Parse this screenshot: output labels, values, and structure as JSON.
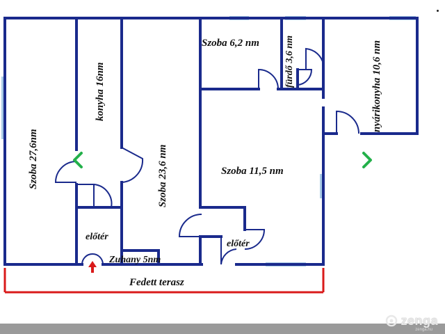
{
  "rooms": {
    "szoba_27_6": "Szoba 27,6nm",
    "konyha": "konyha 16nm",
    "szoba_23_6": "Szoba 23,6 nm",
    "szoba_6_2": "Szoba 6,2 nm",
    "furdo": "fürdő 3,6 nm",
    "nyarikonyha": "nyárikonyha 10,6 nm",
    "szoba_11_5": "Szoba 11,5 nm",
    "eloter_left": "előtér",
    "eloter_right": "előtér",
    "zuhany": "Zuhany 5nm",
    "terasz": "Fedett terasz"
  },
  "watermark": {
    "brand": "zenga",
    "sub": "zenga.hu"
  },
  "colors": {
    "wall": "#1a2a8c",
    "terrace": "#d91a1a",
    "window": "#a9cbe6",
    "arrow": "#23b04a"
  },
  "icons": {
    "prev": "chevron-left-icon",
    "next": "chevron-right-icon",
    "brand": "zenga-logo-icon"
  }
}
